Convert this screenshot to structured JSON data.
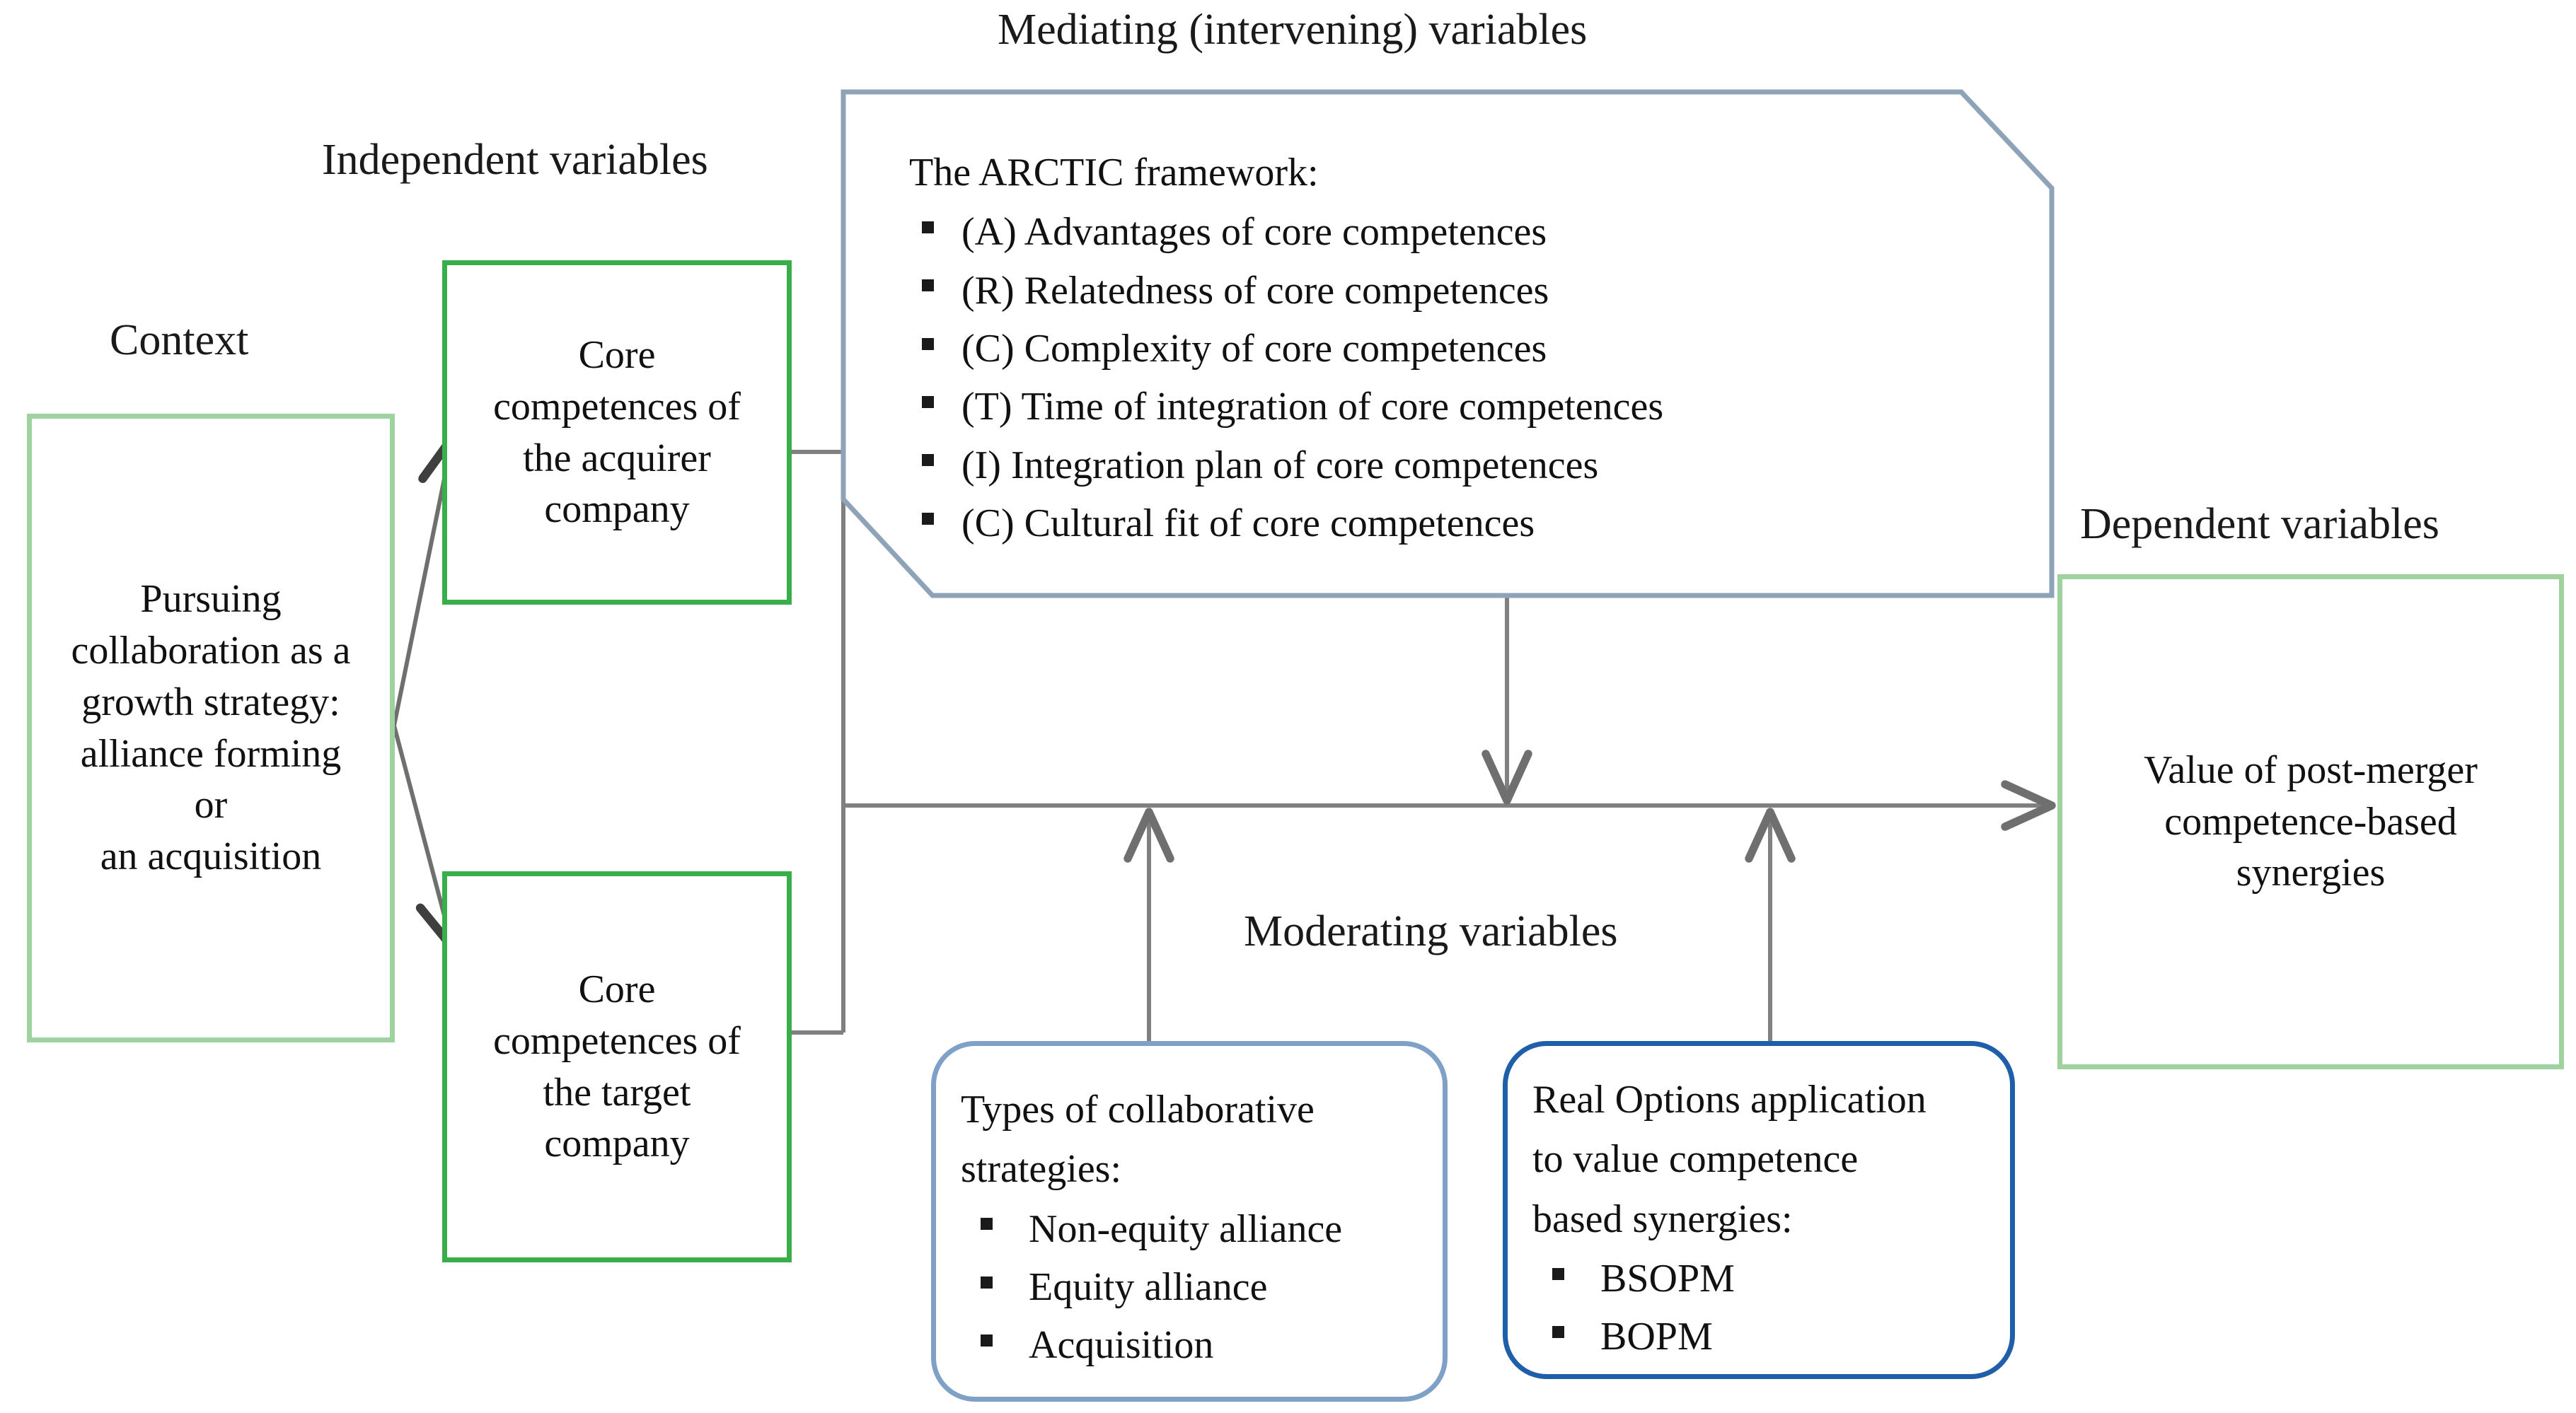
{
  "headings": {
    "mediating": "Mediating (intervening) variables",
    "independent": "Independent variables",
    "context": "Context",
    "dependent": "Dependent variables",
    "moderating": "Moderating variables"
  },
  "context_box": {
    "lines": [
      "Pursuing",
      "collaboration as a",
      "growth strategy:",
      "alliance forming",
      "or",
      "an acquisition"
    ]
  },
  "acquirer_box": {
    "lines": [
      "Core",
      "competences of",
      "the acquirer",
      "company"
    ]
  },
  "target_box": {
    "lines": [
      "Core",
      "competences of",
      "the target",
      "company"
    ]
  },
  "arctic_panel": {
    "title": "The ARCTIC framework:",
    "items": [
      "(A) Advantages of core competences",
      "(R) Relatedness of core competences",
      "(C) Complexity of core competences",
      "(T) Time of integration of core competences",
      "(I)  Integration plan of core competences",
      "(C) Cultural fit of core competences"
    ]
  },
  "moderating_left": {
    "title_lines": [
      "Types of collaborative",
      "strategies:"
    ],
    "items": [
      "Non-equity alliance",
      "Equity alliance",
      "Acquisition"
    ]
  },
  "moderating_right": {
    "title_lines": [
      "Real Options application",
      "to value competence",
      "based synergies:"
    ],
    "items": [
      "BSOPM",
      "BOPM"
    ]
  },
  "dependent_box": {
    "lines": [
      "Value of post-merger",
      "competence-based",
      "synergies"
    ]
  },
  "colors": {
    "green_light": "#9ed3a0",
    "green_strong": "#3aae4b",
    "blue_light": "#7fa1c8",
    "blue_strong": "#1f5fa9",
    "panel_border": "#8fa3b8",
    "connector": "#808080",
    "text": "#111111",
    "background": "#ffffff"
  }
}
